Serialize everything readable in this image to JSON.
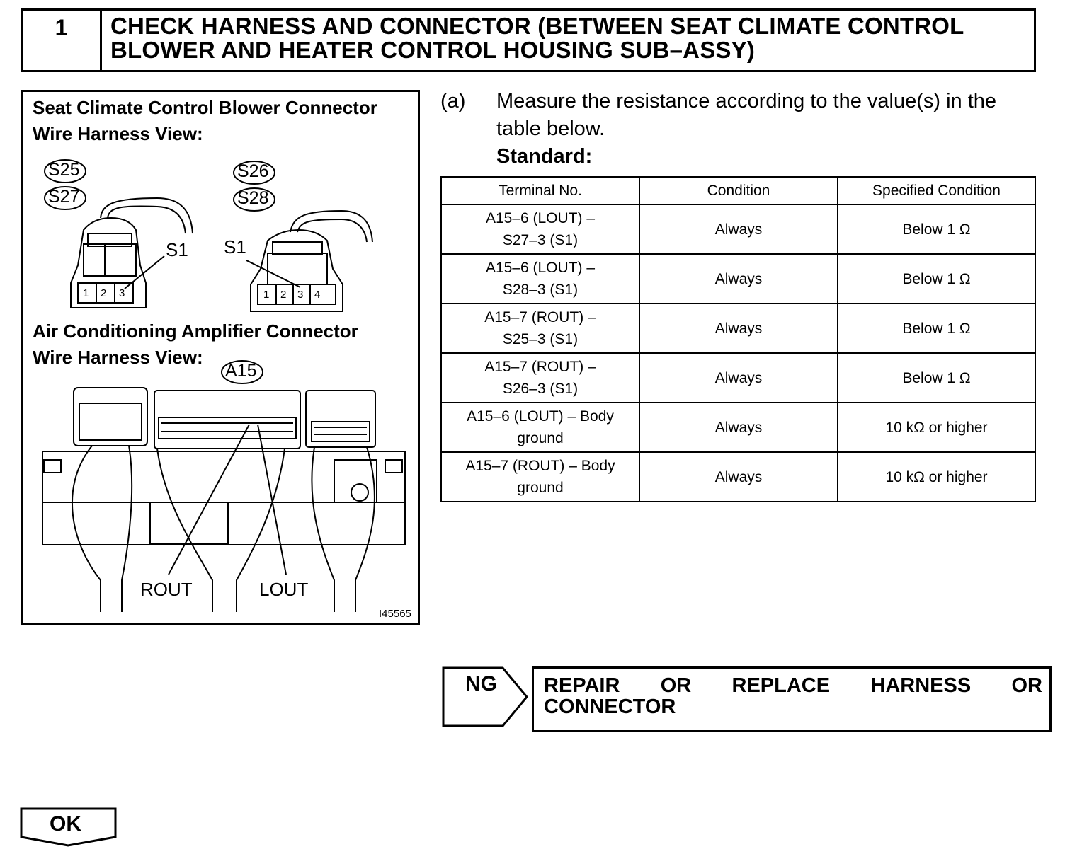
{
  "header": {
    "step_number": "1",
    "title_line1": "CHECK HARNESS AND CONNECTOR (BETWEEN SEAT CLIMATE CONTROL",
    "title_line2": "BLOWER AND HEATER CONTROL HOUSING SUB–ASSY)"
  },
  "figure": {
    "blower_title_line1": "Seat Climate Control Blower Connector",
    "blower_title_line2": "Wire Harness View:",
    "connector_codes": [
      "S25",
      "S27",
      "S26",
      "S28"
    ],
    "pin_label_left": "S1",
    "pin_label_right": "S1",
    "left_connector_pins": [
      "1",
      "2",
      "3"
    ],
    "right_connector_pins": [
      "1",
      "2",
      "3",
      "4"
    ],
    "amp_title_line1": "Air Conditioning Amplifier Connector",
    "amp_title_line2": "Wire Harness View:",
    "amp_code": "A15",
    "rout_label": "ROUT",
    "lout_label": "LOUT",
    "figure_id": "I45565"
  },
  "instruction": {
    "marker": "(a)",
    "text": "Measure the resistance according to the value(s) in the table below.",
    "standard_label": "Standard:"
  },
  "table": {
    "headers": [
      "Terminal No.",
      "Condition",
      "Specified Condition"
    ],
    "rows": [
      {
        "terminal_1": "A15–6 (LOUT) –",
        "terminal_2": "S27–3 (S1)",
        "condition": "Always",
        "specified": "Below 1 Ω"
      },
      {
        "terminal_1": "A15–6 (LOUT) –",
        "terminal_2": "S28–3 (S1)",
        "condition": "Always",
        "specified": "Below 1 Ω"
      },
      {
        "terminal_1": "A15–7 (ROUT) –",
        "terminal_2": "S25–3 (S1)",
        "condition": "Always",
        "specified": "Below 1 Ω"
      },
      {
        "terminal_1": "A15–7 (ROUT) –",
        "terminal_2": "S26–3 (S1)",
        "condition": "Always",
        "specified": "Below 1 Ω"
      },
      {
        "terminal_1": "A15–6 (LOUT) – Body",
        "terminal_2": "ground",
        "condition": "Always",
        "specified": "10 kΩ or higher"
      },
      {
        "terminal_1": "A15–7 (ROUT) – Body",
        "terminal_2": "ground",
        "condition": "Always",
        "specified": "10 kΩ or higher"
      }
    ]
  },
  "ng": {
    "label": "NG",
    "result_words_line1": [
      "REPAIR",
      "OR",
      "REPLACE",
      "HARNESS",
      "OR"
    ],
    "result_line2": "CONNECTOR"
  },
  "ok": {
    "label": "OK"
  }
}
